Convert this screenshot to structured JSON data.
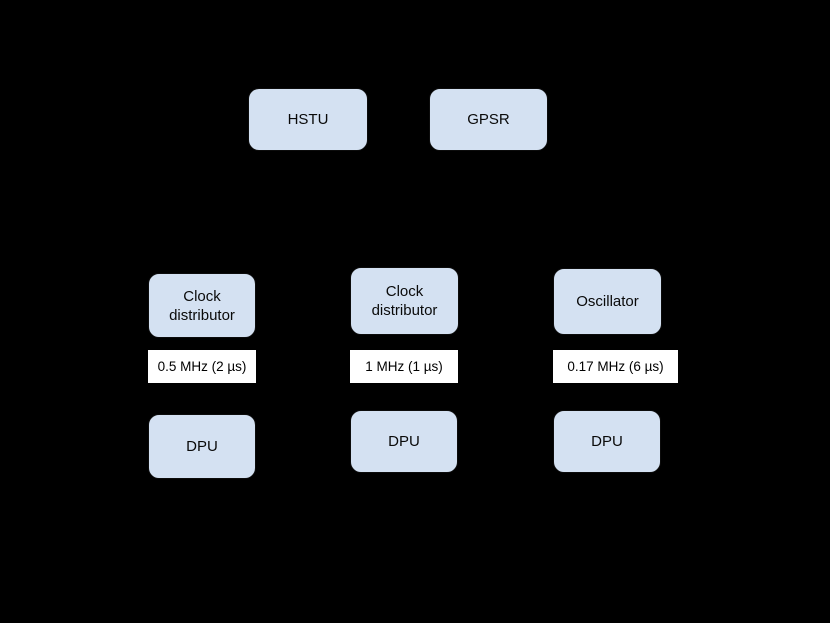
{
  "diagram": {
    "background_color": "#000000",
    "node_fill_color": "#d4e1f2",
    "node_stroke_color": "#0c0c0c",
    "label_fill_color": "#ffffff",
    "edge_color": "#000000",
    "top_nodes": [
      {
        "id": "hstu",
        "label": "HSTU"
      },
      {
        "id": "gpsr",
        "label": "GPSR"
      }
    ],
    "source_nodes": [
      {
        "id": "clock-distributor-1",
        "label": "Clock\ndistributor"
      },
      {
        "id": "clock-distributor-2",
        "label": "Clock\ndistributor"
      },
      {
        "id": "oscillator",
        "label": "Oscillator"
      }
    ],
    "frequency_labels": [
      {
        "id": "freq-1",
        "text": "0.5 MHz (2 µs)"
      },
      {
        "id": "freq-2",
        "text": "1 MHz (1 µs)"
      },
      {
        "id": "freq-3",
        "text": "0.17 MHz (6 µs)"
      }
    ],
    "dpu_nodes": [
      {
        "id": "dpu-1",
        "label": "DPU"
      },
      {
        "id": "dpu-2",
        "label": "DPU"
      },
      {
        "id": "dpu-3",
        "label": "DPU"
      }
    ]
  }
}
